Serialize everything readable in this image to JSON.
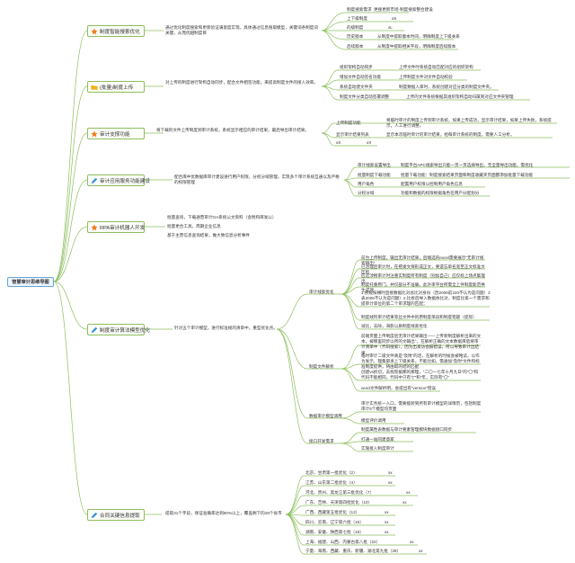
{
  "root": {
    "label": "智慧审计思维导图"
  },
  "colors": {
    "line": "#8cbf5d",
    "node_border": "#8cbf5d",
    "root_border": "#6aa3d8",
    "icon": "#f07a1a"
  },
  "branches": [
    {
      "label": "制度智能搜索优化",
      "icon": "star-icon",
      "desc": "通过优化制度搜索和更新验证满意度实现，具体通过信息搜取模型，关键词条制度词关键，从而优越制度目",
      "items": [
        {
          "text": "制度搜索需求",
          "note": "更搜更新市场·制度搜索整合建设"
        },
        {
          "text": "上下级制度",
          "note": "xS"
        },
        {
          "text": "的级制度",
          "note": "xL"
        },
        {
          "text": "历史版本",
          "note": "从制度中提取版本时间，明确制度上下级关系"
        },
        {
          "text": "后续版本",
          "note": "从制度中提取相关字段，明确制度后续版本"
        }
      ]
    },
    {
      "label": "(批量)制度上传",
      "icon": "folder-icon",
      "desc": "对上传的制度进行架构自动同步，配合文件相签功能，来提高制度文件的接入效率。",
      "items": [
        {
          "text": "组织架构自动同步",
          "note": "上传文件时系统自动匹配对应的组织架构"
        },
        {
          "text": "增加文件自动签名功能",
          "note": "上传制度文件对文件自动校验"
        },
        {
          "text": "系统自动建文件夹",
          "note": "制度数据入库时，系统创建对应分类的制度文件夹。"
        },
        {
          "text": "制度文件分类自动签署调整",
          "note": "上传的文件系统根据其组织架构自动归属到对应文件夹管理"
        }
      ]
    },
    {
      "label": "审计支撑功能",
      "icon": "star-icon",
      "desc": "将下载的文件上传制度到审计系统，系统显示相应的审计结果，最后导出审计结果。",
      "items": [
        {
          "text": "上传制度功能",
          "note": "将临时审计的制度上传到审计系统，如果上传成功，显示审计结果，如果上传失败，系统提示，人工进行调整。"
        },
        {
          "text": "显示审计结果列表",
          "note": "显示本次临时审计的审计结果，给每审计系统的制度，需要人工分析。"
        },
        {
          "text": "xS",
          "note": "xX"
        }
      ]
    },
    {
      "label": "审计应用服务功能建设",
      "icon": "pen-icon",
      "desc": "配合库中优数据库审计建设进行用户权限，分权分域管理，实现多个审计系统互通以及严格的权限管理",
      "items": [
        {
          "text": "审计线索设置导出",
          "note": "制度平台APC线索导出只能一页一页选择导出，无全量导出功能，需优化"
        },
        {
          "text": "批量制度下载功能",
          "note": "批量下载功能：制度搜索结果页面和制度收藏夹页面都添加批量下载功能"
        },
        {
          "text": "用户角色",
          "note": "配置用户权限以控制用户角色信息"
        },
        {
          "text": "分权分域",
          "note": "功能和数据的权限根据角色在用户分配划分"
        }
      ]
    },
    {
      "label": "RPA审计机器人开发",
      "icon": "star-icon",
      "items": [
        {
          "text": "批量查询，下载通营审计OA系统公文资料（含附和库发公）"
        },
        {
          "text": "批量更合工具，周期企业信息"
        },
        {
          "text": "基于主营信息查询结果，做大致信息分析事件"
        }
      ]
    },
    {
      "label": "制度审计算法模型优化",
      "icon": "pen-icon",
      "desc": "针对五个审计模型，进行标准规的清单中，重型优化点。",
      "groups": [
        {
          "title": "审计线索优化",
          "items": [
            "前台上传制度，输出无审计结果，后端选的excel需要展示“无审计线索输出”",
            "已治理后审计时，在把发文保形成正文，要遗忘单名宽至正文标准文区别",
            "应这涉税审计时注重实制度所有制度（别加自己）应仅标上场点集理出",
            "制度托重原门，并仅部分不准确，此外审平台所需全上件制度能范供生成项",
            "1.依规按横时直接数据比对总比对身份（因2009前220不认为是问题）2表2006不认为是问题）2.比拆后导入数据依比对，制度比第一个需求和提审计单位的第二个审求理的匹配；",
            "制度线列审计结果等丝文件中的原制度单段和制度错题（提际）",
            "减比，去除，海影以质制度线索优化"
          ]
        },
        {
          "title": "制度文件解析",
          "items": [
            "前端页面上传制度后无审计结果输出——上传新制度解析出来的文本，被哪里同步以所的文输出°，在解析正确的文本数据库后将审计清单中（代码搜索），因为出发访会报错误，所以导致审计出结果",
            "临时审计二级文件真是“及附”的话，在解析的时候会被略读，以作为发示，理集部承上下级关系，不能比如，需通加“及附”文件和标准制度提供，将由取的结的匹配",
            "创建vs拆切，去找现据那的那理，“二〇一七年十月九日”的“〇”和代码不能相同，代码中只有“)”“和“年，实际有“〇”",
            "word文件解析明，会提出有“version”错误"
          ]
        },
        {
          "title": "数据审计模型调用",
          "items": [
            "审计实务统一入口，需要能跨到所有审计模型的详情页，包括制度审计5个模型均页面",
            "模型评价调用"
          ]
        },
        {
          "title": "接口开发需求",
          "items": [
            "制度属性表数据与审计要素管理模块数据接口同步",
            "打通一站同建意家",
            "实施接入制度审计"
          ]
        }
      ]
    },
    {
      "label": "合同关键信息提取",
      "icon": "pen-icon",
      "desc": "提取31个字段，保证准确率达到90%以上，覆盖剩下的28个省市",
      "items": [
        {
          "text": "北京、甘肃第一批优化（2）",
          "note": "xx"
        },
        {
          "text": "江苏、山东第二批优化（4）",
          "note": "xx"
        },
        {
          "text": "河北、贵州、黑龙江第三批优化（7）",
          "note": "xx"
        },
        {
          "text": "广东、吉林、天津第四批优化（10）",
          "note": "xx"
        },
        {
          "text": "广西、西藏第五批优化（12）",
          "note": "xx"
        },
        {
          "text": "四川、云南、辽宁第六批（15）",
          "note": "xx"
        },
        {
          "text": "湖南、安徽、陕西第七批（18）",
          "note": "xx"
        },
        {
          "text": "上海、福建、山西、内蒙古第八批（22）",
          "note": "xx"
        },
        {
          "text": "宁夏、海南、西藏、重庆、新疆、湖北第九批（28）",
          "note": "xx"
        }
      ]
    }
  ]
}
